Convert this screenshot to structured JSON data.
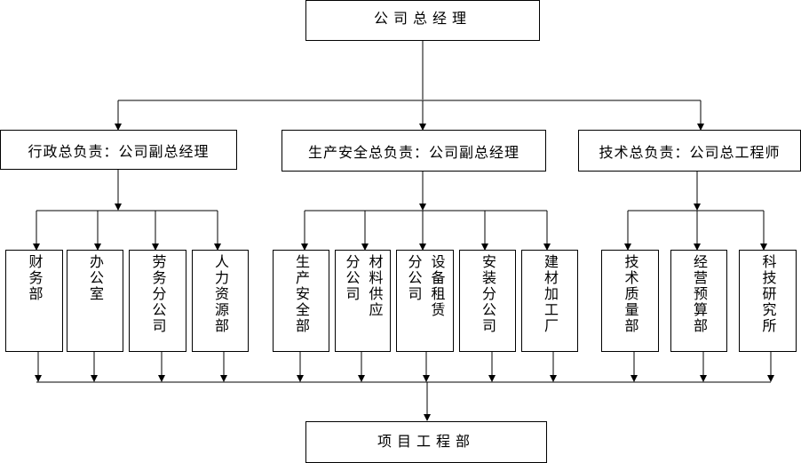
{
  "ceo": "公司总经理",
  "branches": [
    {
      "title": "行政总负责：公司副总经理",
      "depts": [
        {
          "cols": [
            "财务部"
          ]
        },
        {
          "cols": [
            "办公室"
          ]
        },
        {
          "cols": [
            "劳务分公司"
          ]
        },
        {
          "cols": [
            "人力资源部"
          ]
        }
      ]
    },
    {
      "title": "生产安全总负责：公司副总经理",
      "depts": [
        {
          "cols": [
            "生产安全部"
          ]
        },
        {
          "cols": [
            "材料供应",
            "分公司"
          ]
        },
        {
          "cols": [
            "设备租赁",
            "分公司"
          ]
        },
        {
          "cols": [
            "安装分公司"
          ]
        },
        {
          "cols": [
            "建材加工厂"
          ]
        }
      ]
    },
    {
      "title": "技术总负责：公司总工程师",
      "depts": [
        {
          "cols": [
            "技术质量部"
          ]
        },
        {
          "cols": [
            "经营预算部"
          ]
        },
        {
          "cols": [
            "科技研究所"
          ]
        }
      ]
    }
  ],
  "bottom": "项目工程部"
}
